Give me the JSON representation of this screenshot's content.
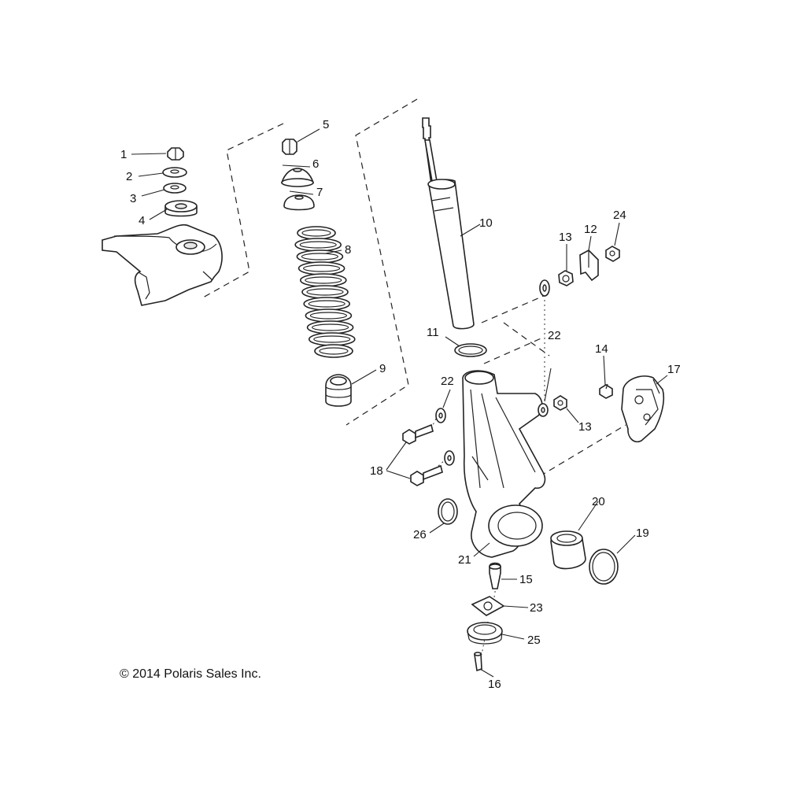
{
  "copyright": "© 2014 Polaris Sales Inc.",
  "callouts": {
    "c1": "1",
    "c2": "2",
    "c3": "3",
    "c4": "4",
    "c5": "5",
    "c6": "6",
    "c7": "7",
    "c8": "8",
    "c9": "9",
    "c10": "10",
    "c11": "11",
    "c12": "12",
    "c13a": "13",
    "c13b": "13",
    "c14": "14",
    "c15": "15",
    "c16": "16",
    "c17": "17",
    "c18": "18",
    "c19": "19",
    "c20": "20",
    "c21": "21",
    "c22a": "22",
    "c22b": "22",
    "c23": "23",
    "c24": "24",
    "c25": "25",
    "c26": "26"
  }
}
